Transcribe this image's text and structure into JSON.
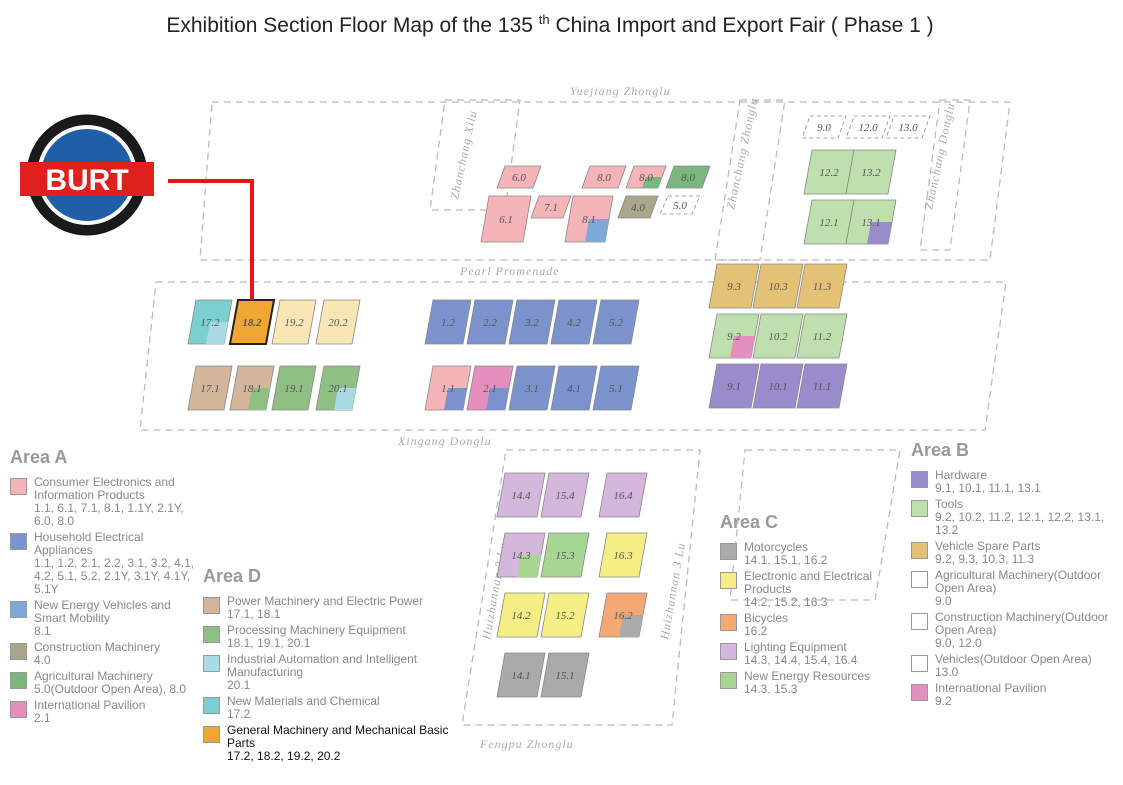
{
  "title": {
    "main": "Exhibition Section Floor Map of the 135",
    "sup": "th",
    "rest": "China Import and Export Fair ( Phase 1 )"
  },
  "logo": {
    "text": "BURT",
    "colors": {
      "gear": "#1a1a1a",
      "ring": "#1f5fa8",
      "band": "#e0201c",
      "pointer": "#e8141c"
    }
  },
  "roads": {
    "yuejiang": "Yuejiang Zhonglu",
    "zhanchang_xilu": "Zhanchang Xilu",
    "zhanchang_zhonglu": "Zhanchang Zhonglu",
    "zhanchang_donglu": "Zhanchang Donglu",
    "pearl": "Pearl Promenade",
    "xingang": "Xingang Donglu",
    "huizhannan2": "Huizhannan 2 Lu",
    "huizhannan3": "Huizhannan 3 Lu",
    "fengpu": "Fengpu Zhonglu"
  },
  "colors": {
    "consumer": "#f4b4b8",
    "household": "#7b93cc",
    "nev": "#7ea8d8",
    "construction": "#a9a68b",
    "agri": "#7ab77f",
    "intl": "#e58fbf",
    "power": "#d3b59c",
    "processing": "#8fbf82",
    "automation": "#a8dbe6",
    "materials": "#7ad0cf",
    "general": "#f0a633",
    "hardware": "#9a8ccc",
    "tools": "#bfe0ad",
    "spare": "#e4c275",
    "moto": "#aaaaaa",
    "electronic": "#f5ee84",
    "bicycle": "#f4a874",
    "lighting": "#d3b8db",
    "newenergy": "#a6d691"
  },
  "halls": [
    {
      "id": "17.2",
      "fill": "materials",
      "fill2": "automation"
    },
    {
      "id": "18.2",
      "fill": "general",
      "highlight": true
    },
    {
      "id": "19.2",
      "fill": "#f8e6b4"
    },
    {
      "id": "20.2",
      "fill": "#f8e6b4"
    },
    {
      "id": "17.1",
      "fill": "power"
    },
    {
      "id": "18.1",
      "fill": "power",
      "fill2": "processing"
    },
    {
      "id": "19.1",
      "fill": "processing"
    },
    {
      "id": "20.1",
      "fill": "processing",
      "fill2": "automation"
    },
    {
      "id": "1.2",
      "fill": "household"
    },
    {
      "id": "2.2",
      "fill": "household"
    },
    {
      "id": "3.2",
      "fill": "household"
    },
    {
      "id": "4.2",
      "fill": "household"
    },
    {
      "id": "5.2",
      "fill": "household"
    },
    {
      "id": "1.1",
      "fill": "consumer",
      "fill2": "household"
    },
    {
      "id": "2.1",
      "fill": "intl",
      "fill2": "household"
    },
    {
      "id": "3.1",
      "fill": "household"
    },
    {
      "id": "4.1",
      "fill": "household"
    },
    {
      "id": "5.1",
      "fill": "household"
    },
    {
      "id": "6.0",
      "fill": "consumer"
    },
    {
      "id": "6.1",
      "fill": "consumer"
    },
    {
      "id": "7.1",
      "fill": "consumer"
    },
    {
      "id": "8.0",
      "fill": "consumer"
    },
    {
      "id": "8.0",
      "fill": "consumer",
      "fill2": "agri"
    },
    {
      "id": "8.0",
      "fill": "agri"
    },
    {
      "id": "8.1",
      "fill": "consumer",
      "fill2": "nev"
    },
    {
      "id": "4.0",
      "fill": "construction"
    },
    {
      "id": "5.0",
      "fill": "none"
    },
    {
      "id": "9.0",
      "fill": "none"
    },
    {
      "id": "12.0",
      "fill": "none"
    },
    {
      "id": "13.0",
      "fill": "none"
    },
    {
      "id": "12.2",
      "fill": "tools"
    },
    {
      "id": "13.2",
      "fill": "tools"
    },
    {
      "id": "12.1",
      "fill": "tools"
    },
    {
      "id": "13.1",
      "fill": "tools",
      "fill2": "hardware"
    },
    {
      "id": "9.3",
      "fill": "spare"
    },
    {
      "id": "10.3",
      "fill": "spare"
    },
    {
      "id": "11.3",
      "fill": "spare"
    },
    {
      "id": "9.2",
      "fill": "tools",
      "fill2": "intl"
    },
    {
      "id": "10.2",
      "fill": "tools"
    },
    {
      "id": "11.2",
      "fill": "tools"
    },
    {
      "id": "9.1",
      "fill": "hardware"
    },
    {
      "id": "10.1",
      "fill": "hardware"
    },
    {
      "id": "11.1",
      "fill": "hardware"
    },
    {
      "id": "14.4",
      "fill": "lighting"
    },
    {
      "id": "15.4",
      "fill": "lighting"
    },
    {
      "id": "16.4",
      "fill": "lighting"
    },
    {
      "id": "14.3",
      "fill": "lighting",
      "fill2": "newenergy"
    },
    {
      "id": "15.3",
      "fill": "newenergy"
    },
    {
      "id": "16.3",
      "fill": "electronic"
    },
    {
      "id": "14.2",
      "fill": "electronic"
    },
    {
      "id": "15.2",
      "fill": "electronic"
    },
    {
      "id": "16.2",
      "fill": "bicycle",
      "fill2": "moto"
    },
    {
      "id": "14.1",
      "fill": "moto"
    },
    {
      "id": "15.1",
      "fill": "moto"
    }
  ],
  "legendA": {
    "title": "Area A",
    "items": [
      {
        "name": "Consumer Electronics and Information Products",
        "halls": "1.1, 6.1, 7.1, 8.1, 1.1Y, 2.1Y, 6.0, 8.0",
        "color": "consumer"
      },
      {
        "name": "Household Electrical Appliances",
        "halls": "1.1, 1.2, 2.1, 2.2, 3.1, 3.2, 4.1, 4.2, 5.1, 5.2, 2.1Y, 3.1Y, 4.1Y, 5.1Y",
        "color": "household"
      },
      {
        "name": "New Energy Vehicles and Smart Mobility",
        "halls": "8.1",
        "color": "nev"
      },
      {
        "name": "Construction Machinery",
        "halls": "4.0",
        "color": "construction"
      },
      {
        "name": "Agricultural Machinery",
        "halls": "5.0(Outdoor Open Area), 8.0",
        "color": "agri"
      },
      {
        "name": "International Pavilion",
        "halls": "2.1",
        "color": "intl"
      }
    ]
  },
  "legendD": {
    "title": "Area D",
    "items": [
      {
        "name": "Power Machinery and Electric Power",
        "halls": "17.1, 18.1",
        "color": "power"
      },
      {
        "name": "Processing Machinery Equipment",
        "halls": "18.1, 19.1, 20.1",
        "color": "processing"
      },
      {
        "name": "Industrial Automation and Intelligent Manufacturing",
        "halls": "20.1",
        "color": "automation"
      },
      {
        "name": "New Materials and Chemical",
        "halls": "17.2",
        "color": "materials"
      },
      {
        "name": "General Machinery and Mechanical Basic Parts",
        "halls": "17.2, 18.2, 19.2, 20.2",
        "color": "general",
        "highlight": true
      }
    ]
  },
  "legendC": {
    "title": "Area C",
    "items": [
      {
        "name": "Motorcycles",
        "halls": "14.1, 15.1, 16.2",
        "color": "moto"
      },
      {
        "name": "Electronic and Electrical Products",
        "halls": "14.2, 15.2, 16.3",
        "color": "electronic"
      },
      {
        "name": "Bicycles",
        "halls": "16.2",
        "color": "bicycle"
      },
      {
        "name": "Lighting Equipment",
        "halls": "14.3, 14.4, 15.4, 16.4",
        "color": "lighting"
      },
      {
        "name": "New Energy Resources",
        "halls": "14.3, 15.3",
        "color": "newenergy"
      }
    ]
  },
  "legendB": {
    "title": "Area B",
    "items": [
      {
        "name": "Hardware",
        "halls": "9.1, 10.1, 11.1, 13.1",
        "color": "hardware"
      },
      {
        "name": "Tools",
        "halls": "9.2, 10.2, 11.2, 12.1, 12.2, 13.1, 13.2",
        "color": "tools"
      },
      {
        "name": "Vehicle Spare Parts",
        "halls": "9.2, 9.3, 10.3, 11.3",
        "color": "spare"
      },
      {
        "name": "Agricultural Machinery(Outdoor Open Area)",
        "halls": "9.0",
        "color": "#ffffff"
      },
      {
        "name": "Construction Machinery(Outdoor Open Area)",
        "halls": "9.0, 12.0",
        "color": "#ffffff"
      },
      {
        "name": "Vehicles(Outdoor Open Area)",
        "halls": "13.0",
        "color": "#ffffff"
      },
      {
        "name": "International Pavilion",
        "halls": "9.2",
        "color": "intl"
      }
    ]
  }
}
